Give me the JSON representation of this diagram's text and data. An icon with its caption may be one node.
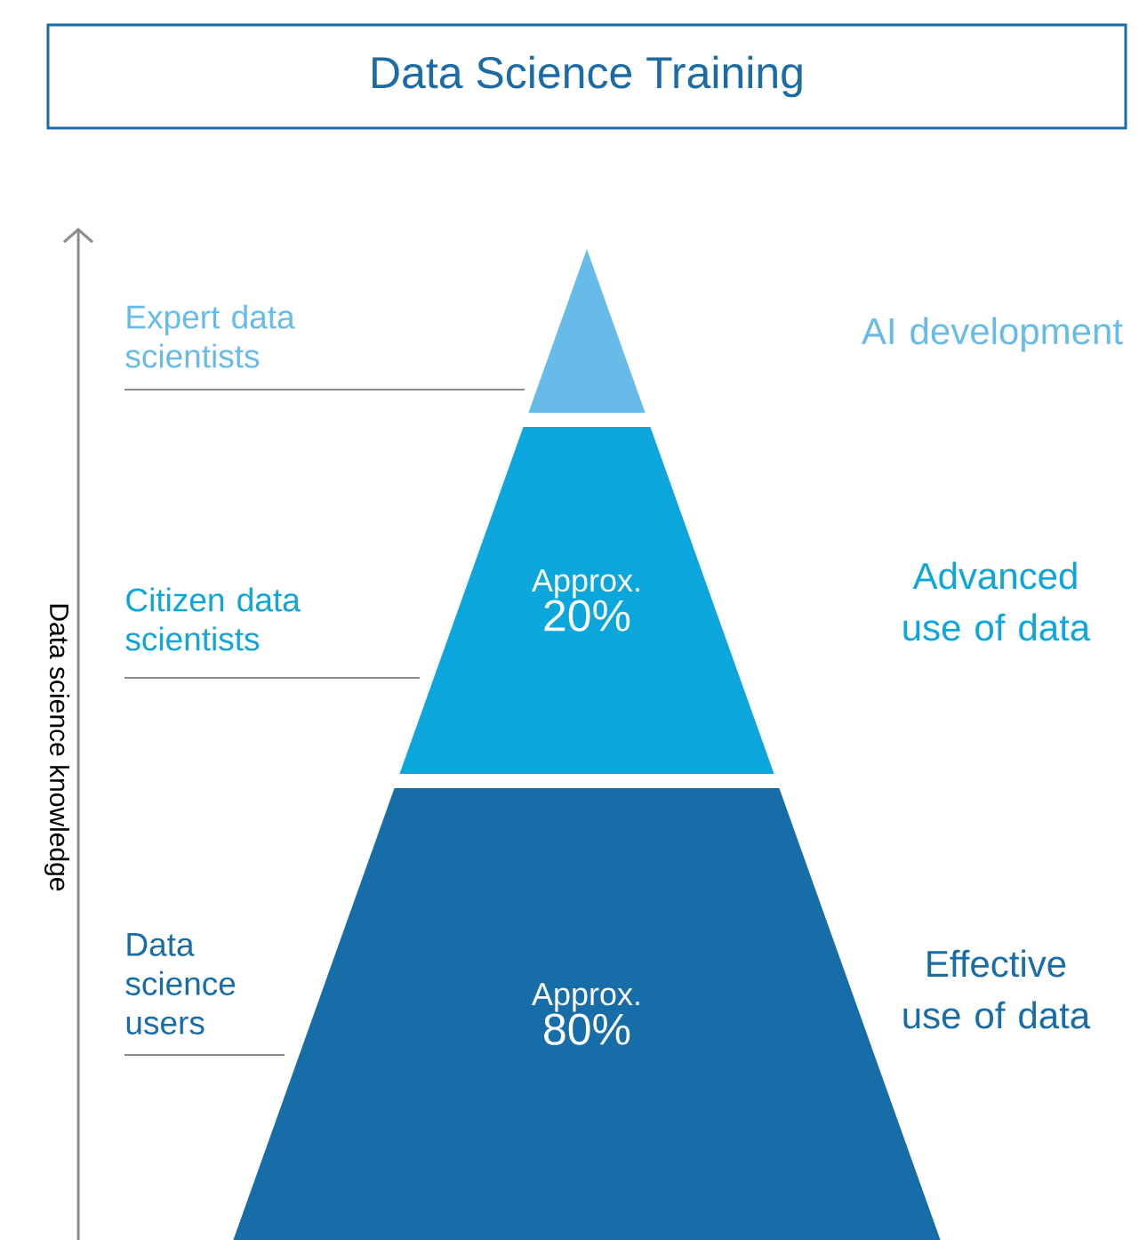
{
  "diagram": {
    "title": "Data Science Training",
    "nodes": [
      {
        "text": [],
        "shape": "triangle"
      },
      {
        "text": [
          "Approx.",
          "20%"
        ]
      },
      {
        "text": [
          "Approx.",
          "80%"
        ]
      }
    ],
    "edges": [],
    "labels": [
      "Expert data scientists",
      "AI development",
      "Citizen data scientists",
      "Advanced use of data",
      "Data science users",
      "Effective use of data",
      "Data science knowledge"
    ]
  }
}
